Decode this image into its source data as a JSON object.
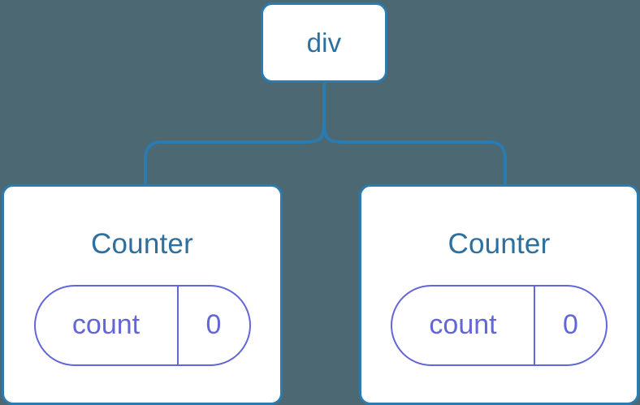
{
  "diagram": {
    "type": "component-tree",
    "background_color": "#4c6872",
    "edge_color": "#2b7bb0",
    "node_border_color": "#2b7bb0",
    "node_fill_color": "#ffffff",
    "node_label_color": "#2d6f9e",
    "state_pill_color": "#6366d8",
    "root": {
      "label": "div"
    },
    "children": [
      {
        "title": "Counter",
        "state": {
          "key": "count",
          "value": "0"
        }
      },
      {
        "title": "Counter",
        "state": {
          "key": "count",
          "value": "0"
        }
      }
    ]
  }
}
